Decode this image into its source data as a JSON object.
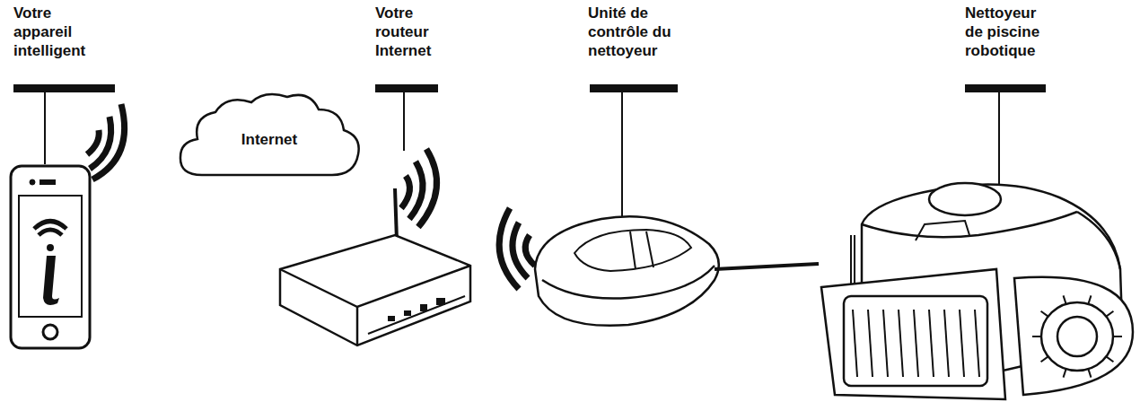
{
  "diagram": {
    "nodes": [
      {
        "text": [
          "Internet"
        ]
      }
    ],
    "labels": [
      "Votre appareil intelligent",
      "Votre routeur Internet",
      "Unité de contrôle du nettoyeur",
      "Nettoyeur de piscine robotique"
    ]
  }
}
